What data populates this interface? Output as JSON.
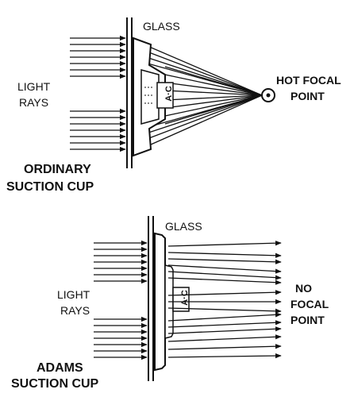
{
  "top": {
    "glass_label": "GLASS",
    "light_label_line1": "LIGHT",
    "light_label_line2": "RAYS",
    "focal_label_line1": "HOT FOCAL",
    "focal_label_line2": "POINT",
    "title_line1": "ORDINARY",
    "title_line2": "SUCTION CUP"
  },
  "bottom": {
    "glass_label": "GLASS",
    "light_label_line1": "LIGHT",
    "light_label_line2": "RAYS",
    "focal_label_line1": "NO",
    "focal_label_line2": "FOCAL",
    "focal_label_line3": "POINT",
    "title_line1": "ADAMS",
    "title_line2": "SUCTION CUP"
  },
  "colors": {
    "ink": "#111111",
    "background": "#ffffff"
  }
}
